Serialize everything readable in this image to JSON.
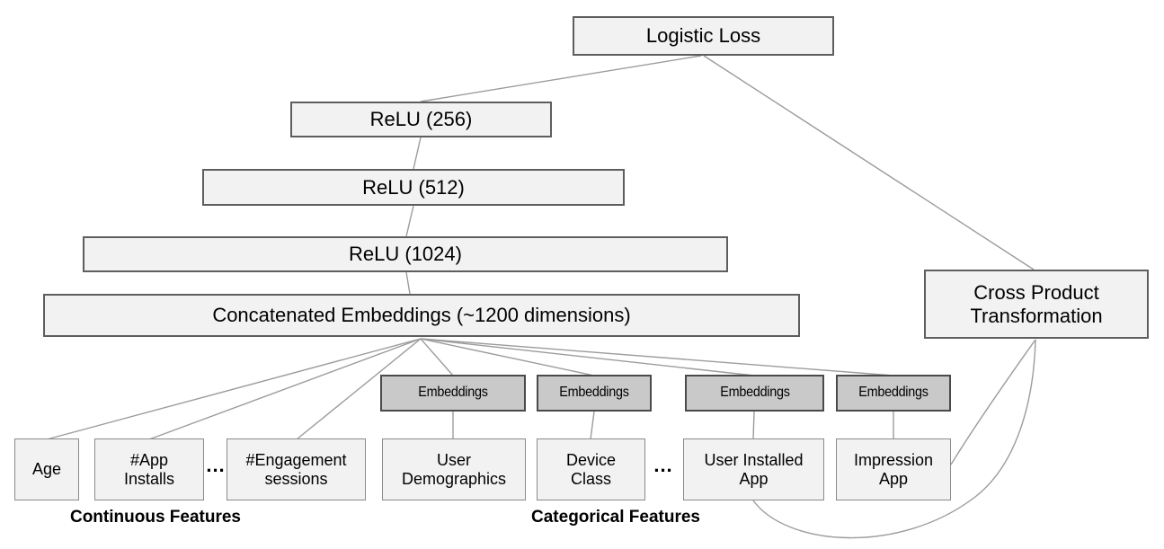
{
  "nodes": {
    "logistic_loss": "Logistic Loss",
    "relu_256": "ReLU (256)",
    "relu_512": "ReLU (512)",
    "relu_1024": "ReLU (1024)",
    "concatenated_embeddings": "Concatenated Embeddings (~1200 dimensions)",
    "cross_product_transformation": "Cross Product Transformation",
    "embeddings": "Embeddings",
    "age": "Age",
    "app_installs": "#App Installs",
    "engagement_sessions": "#Engagement sessions",
    "user_demographics": "User Demographics",
    "device_class": "Device Class",
    "user_installed_app": "User Installed App",
    "impression_app": "Impression App"
  },
  "labels": {
    "continuous_features": "Continuous Features",
    "categorical_features": "Categorical Features",
    "ellipsis": "..."
  },
  "colors": {
    "background": "#ffffff",
    "node_fill": "#f2f2f2",
    "node_border": "#5e5e5e",
    "embedding_fill": "#c9c9c9",
    "embedding_border": "#4a4a4a",
    "connector_line": "#9c9c9c",
    "text": "#000000"
  }
}
